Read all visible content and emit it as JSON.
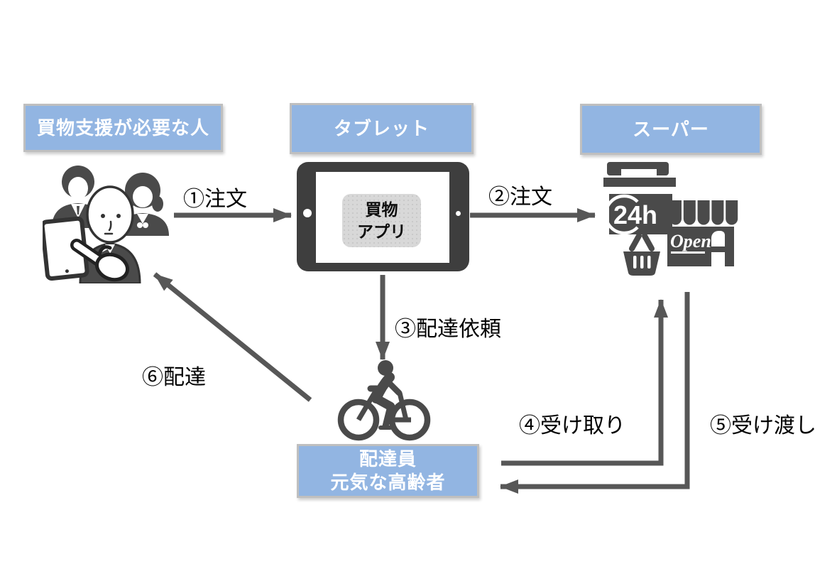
{
  "colors": {
    "box_fill": "#92B5E2",
    "box_border": "#BFBFBF",
    "arrow": "#575757",
    "icon_dark": "#4A4A4A",
    "tablet_body": "#3E3E3E",
    "app_box_fill": "#D8D8D8"
  },
  "nodes": {
    "customers": {
      "label": "買物支援が必要な人",
      "icon": "people-group-with-tablet-icon"
    },
    "tablet": {
      "label": "タブレット",
      "icon": "tablet-device-icon",
      "app_line1": "買物",
      "app_line2": "アプリ"
    },
    "supermarket": {
      "label": "スーパー",
      "icon": "supermarket-store-icon",
      "badge_24h": "24h",
      "open_sign": "Open"
    },
    "courier": {
      "label_line1": "配達員",
      "label_line2": "元気な高齢者",
      "icon": "bicycle-rider-icon"
    }
  },
  "arrows": [
    {
      "label": "①注文",
      "from": "customers",
      "to": "tablet"
    },
    {
      "label": "②注文",
      "from": "tablet",
      "to": "supermarket"
    },
    {
      "label": "③配達依頼",
      "from": "tablet",
      "to": "courier"
    },
    {
      "label": "④受け取り",
      "from": "courier",
      "to": "supermarket"
    },
    {
      "label": "⑤受け渡し",
      "from": "supermarket",
      "to": "courier"
    },
    {
      "label": "⑥配達",
      "from": "courier",
      "to": "customers"
    }
  ]
}
